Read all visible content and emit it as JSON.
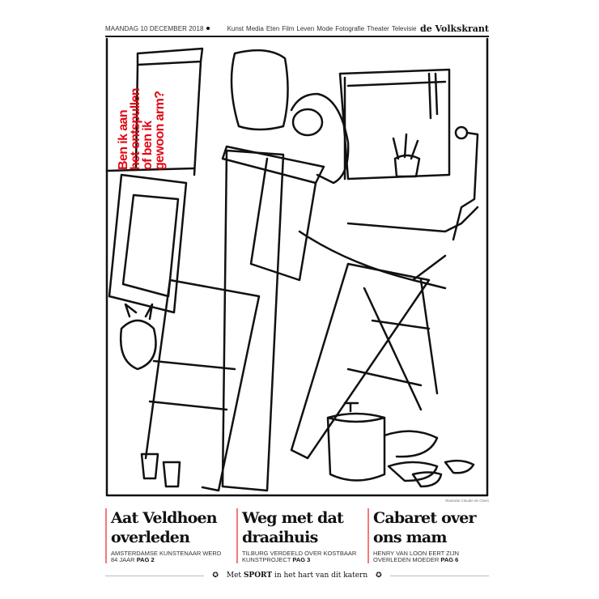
{
  "masthead": {
    "date": "MAANDAG 10 DECEMBER 2018",
    "nav": [
      "Kunst",
      "Media",
      "Eten",
      "Film",
      "Leven",
      "Mode",
      "Fotografie",
      "Theater",
      "Televisie"
    ],
    "logo": "de Volkskrant"
  },
  "cover": {
    "headline_lines": [
      "Ben ik aan",
      "het ontspullen",
      "of ben ik",
      "gewoon arm?"
    ],
    "credit": "Illustratie Claudie de Cleen",
    "accent_color": "#e30613"
  },
  "stories": [
    {
      "title": "Aat Veldhoen overleden",
      "subtitle": "Amsterdamse kunstenaar werd 84 jaar",
      "page": "PAG 2"
    },
    {
      "title": "Weg met dat draaihuis",
      "subtitle": "Tilburg verdeeld over kostbaar kunstproject",
      "page": "PAG 3"
    },
    {
      "title": "Cabaret over ons mam",
      "subtitle": "Henry van Loon eert zijn overleden moeder",
      "page": "PAG 6"
    }
  ],
  "footer": {
    "pre": "Met",
    "bold": "SPORT",
    "post": "in het hart van dit katern"
  }
}
